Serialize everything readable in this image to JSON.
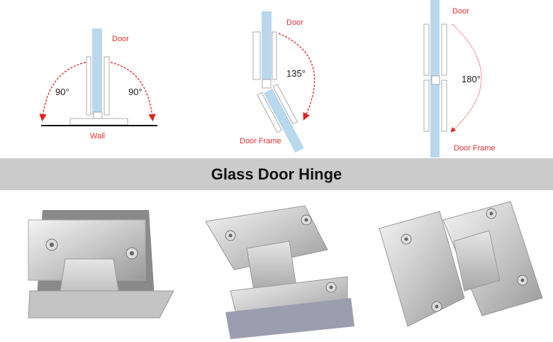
{
  "title": "Glass Door Hinge",
  "diagrams": [
    {
      "door_label": "Door",
      "left_angle": "90°",
      "right_angle": "90°",
      "base_label": "Wall"
    },
    {
      "door_label": "Door",
      "angle": "135°",
      "frame_label": "Door Frame"
    },
    {
      "door_label": "Door",
      "angle": "180°",
      "frame_label": "Door Frame"
    }
  ],
  "colors": {
    "glass": "#b9d8ee",
    "arrow": "#e02020",
    "banner": "#cbcbcb"
  }
}
